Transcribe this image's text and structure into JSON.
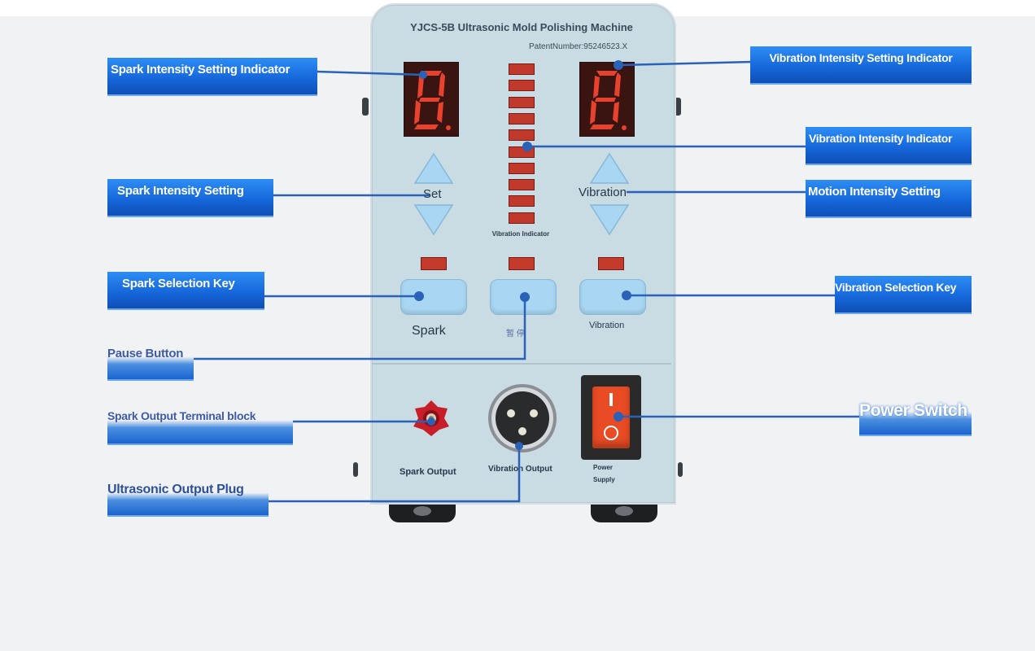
{
  "machine": {
    "title": "YJCS-5B Ultrasonic Mold Polishing Machine",
    "patent": "PatentNumber:95246523.X",
    "set_label": "Set",
    "vibration_label": "Vibration",
    "vibration_indicator_label": "Vibration Indicator",
    "spark_key_label": "Spark",
    "pause_key_label": "暂 停",
    "vibration_key_label": "Vibration",
    "spark_output_label": "Spark Output",
    "vibration_output_label": "Vibration Output",
    "power_label_line1": "Power",
    "power_label_line2": "Supply",
    "display_digit": "8."
  },
  "callouts": {
    "spark_intensity_indicator": "Spark Intensity Setting Indicator",
    "spark_intensity_setting": "Spark Intensity Setting",
    "spark_selection_key": "Spark Selection Key",
    "pause_button": "Pause Button",
    "spark_output_terminal": "Spark Output Terminal block",
    "ultrasonic_output_plug": "Ultrasonic Output Plug",
    "vibration_intensity_indicator_setting": "Vibration Intensity Setting Indicator",
    "vibration_intensity_indicator": "Vibration Intensity Indicator",
    "motion_intensity_setting": "Motion Intensity Setting",
    "vibration_selection_key": "Vibration Selection Key",
    "power_switch": "Power Switch"
  },
  "colors": {
    "callout_blue": "#1565d8",
    "leader_blue": "#2a62b8",
    "panel": "#c9dbe3",
    "led_red": "#e03a2a"
  }
}
